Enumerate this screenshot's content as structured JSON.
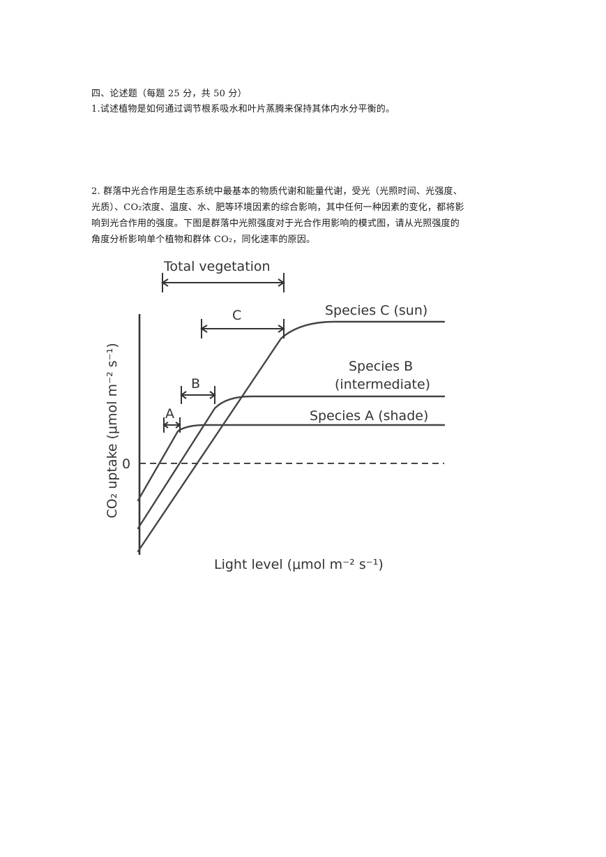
{
  "section": {
    "title": "四、论述题（每题 25 分，共 50 分）"
  },
  "q1": {
    "text": "1.试述植物是如何通过调节根系吸水和叶片蒸腾来保持其体内水分平衡的。"
  },
  "q2": {
    "lines": [
      "2.  群落中光合作用是生态系统中最基本的物质代谢和能量代谢，受光（光照时间、光强度、",
      "光质）、CO₂浓度、温度、水、肥等环境因素的综合影响，其中任何一种因素的变化，都将影",
      "响到光合作用的强度。下图是群落中光照强度对于光合作用影响的模式图，请从光照强度的",
      "角度分析影响单个植物和群体 CO₂，同化速率的原因。"
    ]
  },
  "chart_data": {
    "type": "line",
    "xlabel": "Light level (μmol m⁻² s⁻¹)",
    "ylabel": "CO₂ uptake (μmol m⁻² s⁻¹)",
    "y_tick_labels": [
      "0"
    ],
    "grid": false,
    "series": [
      {
        "name": "Species A (shade)",
        "shape": "linear rise from negative uptake at zero light, saturating at a low plateau",
        "color": "#444444"
      },
      {
        "name": "Species B (intermediate)",
        "shape": "linear rise from more negative uptake, saturating at a middle plateau",
        "color": "#444444"
      },
      {
        "name": "Species C (sun)",
        "shape": "linear rise from most negative uptake, saturating at the highest plateau",
        "color": "#444444"
      }
    ],
    "ranges": [
      {
        "label": "A"
      },
      {
        "label": "B"
      },
      {
        "label": "C"
      },
      {
        "label": "Total vegetation"
      }
    ],
    "zero_line": "dashed"
  }
}
